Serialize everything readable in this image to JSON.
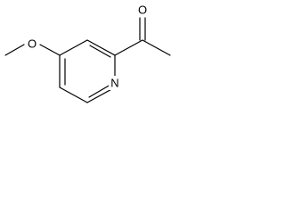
{
  "molecule": {
    "atoms": {
      "oxygen_methoxy": "O",
      "oxygen_carbonyl": "O",
      "nitrogen_ring": "N"
    },
    "colors": {
      "bond": "#000000",
      "label": "#000000",
      "background": "#ffffff"
    }
  }
}
